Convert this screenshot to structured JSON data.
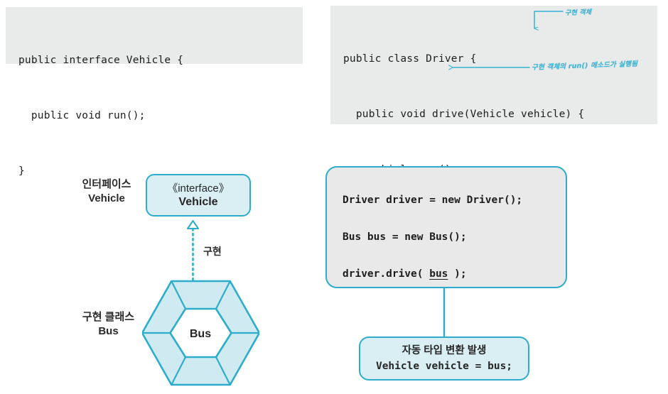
{
  "colors": {
    "code_bg": "#e9eaea",
    "panel_bg": "#e9e9e9",
    "accent_teal": "#2dadcb",
    "box_fill": "#d9eff4",
    "annotation": "#39b4d2",
    "text": "#1d1d1d"
  },
  "code_interface": {
    "name": "Vehicle interface source",
    "lines": [
      "public interface Vehicle {",
      "  public void run();",
      "}"
    ]
  },
  "code_driver": {
    "name": "Driver class source",
    "lines": [
      "public class Driver {",
      "  public void drive(Vehicle vehicle) {",
      "    vehicle.run();",
      "  }",
      "}"
    ]
  },
  "annotations": [
    {
      "id": "anno-1",
      "text": "구현 객체"
    },
    {
      "id": "anno-2",
      "text": "구현 객체의 run() 메소드가 실행됨"
    }
  ],
  "uml": {
    "interface_box": {
      "stereotype": "《interface》",
      "name": "Vehicle"
    },
    "label_interface": {
      "ko": "인터페이스",
      "en": "Vehicle"
    },
    "label_class": {
      "ko": "구현 클래스",
      "en": "Bus"
    },
    "edge_label": "구현",
    "hexagon_label": "Bus"
  },
  "panel_code": {
    "line1": "Driver driver = new Driver();",
    "line2": "Bus bus = new Bus();",
    "line3_prefix": "driver.drive( ",
    "line3_underlined": "bus",
    "line3_suffix": " );"
  },
  "callout": {
    "ko": "자동 타입 변환 발생",
    "code": "Vehicle vehicle = bus;"
  }
}
